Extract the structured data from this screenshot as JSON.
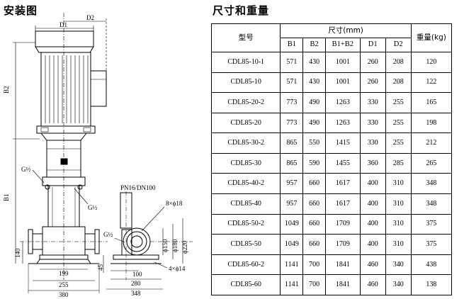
{
  "headings": {
    "install_drawing": "安装图",
    "dims_weights": "尺寸和重量"
  },
  "drawing_labels": {
    "d2": "D2",
    "d1": "D1",
    "b2": "B2",
    "b1": "B1",
    "g_half_top": "G½",
    "g_half_mid": "G½",
    "g_half_side": "G½",
    "pn": "PN16/DN100",
    "bolt_holes_8": "8×ϕ18",
    "bolt_holes_4": "4×ϕ14",
    "dim_140": "140",
    "dim_199": "199",
    "dim_255": "255",
    "dim_380": "380",
    "dim_45": "45",
    "dim_100": "100",
    "dim_280": "280",
    "dim_348": "348",
    "dim_150": "ϕ150",
    "dim_180": "ϕ180",
    "dim_220": "ϕ220"
  },
  "table": {
    "model_header": "型号",
    "size_header": "尺寸(mm)",
    "weight_header": "重量(kg)",
    "columns": [
      "B1",
      "B2",
      "B1+B2",
      "D1",
      "D2"
    ],
    "rows": [
      {
        "model": "CDL85-10-1",
        "b1": "571",
        "b2": "430",
        "b1b2": "1001",
        "d1": "260",
        "d2": "208",
        "weight": "120"
      },
      {
        "model": "CDL85-10",
        "b1": "571",
        "b2": "430",
        "b1b2": "1001",
        "d1": "260",
        "d2": "208",
        "weight": "122"
      },
      {
        "model": "CDL85-20-2",
        "b1": "773",
        "b2": "490",
        "b1b2": "1263",
        "d1": "330",
        "d2": "255",
        "weight": "165"
      },
      {
        "model": "CDL85-20",
        "b1": "773",
        "b2": "490",
        "b1b2": "1263",
        "d1": "330",
        "d2": "255",
        "weight": "198"
      },
      {
        "model": "CDL85-30-2",
        "b1": "865",
        "b2": "550",
        "b1b2": "1415",
        "d1": "330",
        "d2": "255",
        "weight": "212"
      },
      {
        "model": "CDL85-30",
        "b1": "865",
        "b2": "590",
        "b1b2": "1455",
        "d1": "360",
        "d2": "285",
        "weight": "265"
      },
      {
        "model": "CDL85-40-2",
        "b1": "957",
        "b2": "660",
        "b1b2": "1617",
        "d1": "400",
        "d2": "310",
        "weight": "348"
      },
      {
        "model": "CDL85-40",
        "b1": "957",
        "b2": "660",
        "b1b2": "1617",
        "d1": "400",
        "d2": "310",
        "weight": "348"
      },
      {
        "model": "CDL85-50-2",
        "b1": "1049",
        "b2": "660",
        "b1b2": "1709",
        "d1": "400",
        "d2": "310",
        "weight": "375"
      },
      {
        "model": "CDL85-50",
        "b1": "1049",
        "b2": "660",
        "b1b2": "1709",
        "d1": "400",
        "d2": "310",
        "weight": "375"
      },
      {
        "model": "CDL85-60-2",
        "b1": "1141",
        "b2": "700",
        "b1b2": "1841",
        "d1": "460",
        "d2": "340",
        "weight": "438"
      },
      {
        "model": "CDL85-60",
        "b1": "1141",
        "b2": "700",
        "b1b2": "1841",
        "d1": "460",
        "d2": "340",
        "weight": "138"
      }
    ]
  }
}
